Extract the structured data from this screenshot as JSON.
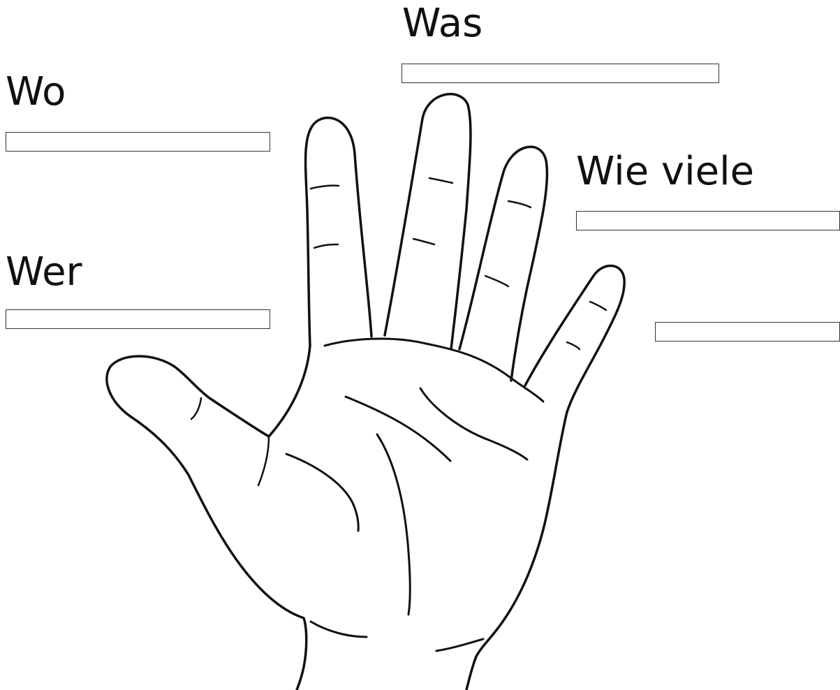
{
  "labels": {
    "was": "Was",
    "wo": "Wo",
    "wie_viele": "Wie viele",
    "wer": "Wer"
  },
  "fields": {
    "was": "",
    "wo": "",
    "wie_viele": "",
    "wer": "",
    "thumb_side": ""
  },
  "colors": {
    "line": "#111111",
    "field_border": "#333333",
    "background": "#ffffff"
  },
  "icons": {
    "hand": "open-palm-hand-outline"
  }
}
